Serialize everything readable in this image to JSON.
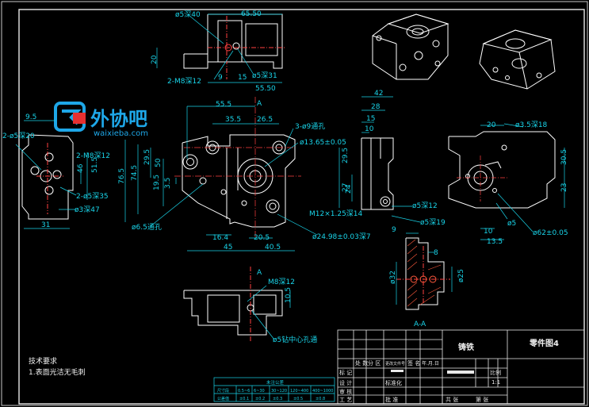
{
  "title_block": {
    "drawing_name": "零件图4",
    "material": "铸铁",
    "row_labels": [
      "设 计",
      "审 核",
      "工 艺"
    ],
    "col_labels": [
      "标 记",
      "处 数",
      "分 区",
      "更改文件号",
      "签 名",
      "年.月.日"
    ],
    "scale_label": "比例",
    "scale_value": "1:1",
    "sheet_label": "共 张",
    "sheet_of": "第 张",
    "standard_label": "标准化",
    "approve_label": "批 准"
  },
  "tech_notes": {
    "heading": "技术要求",
    "item1": "1.表面光洁无毛刺"
  },
  "tolerance_table": {
    "title": "未注公差",
    "headers": [
      "尺寸段",
      "0.5~6",
      "6~30",
      "30~120",
      "120~400",
      "400~1000"
    ],
    "values": [
      "公差值",
      "±0.1",
      "±0.2",
      "±0.3",
      "±0.5",
      "±0.8"
    ]
  },
  "logo": {
    "brand_cn": "外协吧",
    "url": "waixieba.com"
  },
  "views": {
    "top": {
      "d1": "ø5深40",
      "d2": "65.50",
      "d3": "20",
      "d4": "2-M8深12",
      "d5": "9",
      "d6": "15",
      "d7": "ø5深31",
      "d8": "55.50"
    },
    "front": {
      "d_55_5": "55.5",
      "d_35_5": "35.5",
      "d_26_5": "26.5",
      "hole3": "3-ø9通孔",
      "hole_dia": "ø13.65±0.05",
      "v76_5": "76.5",
      "v74_5": "74.5",
      "v29_5": "29.5",
      "v50": "50",
      "v3_5": "3.5",
      "v19_5": "19.5",
      "r29_5": "29.5",
      "r27": "27",
      "hole65": "ø6.5通孔",
      "h16_4": "16.4",
      "h20_5": "20.5",
      "h45": "45",
      "h40_5": "40.5",
      "thread": "M12×1.25深14",
      "bore": "ø24.98±0.03深7",
      "sec_a": "A"
    },
    "left": {
      "d9_5": "9.5",
      "phi5": "2-ø5深20",
      "m8": "2-M8深12",
      "d51_5": "51.5",
      "d46": "46",
      "phi5b": "2-ø5深35",
      "phi3": "ø3深47",
      "d31": "31"
    },
    "side": {
      "d42": "42",
      "d28": "28",
      "d15": "15",
      "d10": "10",
      "d24": "24",
      "phi5": "ø5深12",
      "phi5b": "ø5深19"
    },
    "right": {
      "d20": "20",
      "phi35": "ø3.5深18",
      "d30_5": "30.5",
      "d23": "23",
      "d10": "10",
      "d13_5": "13.5",
      "phi5": "ø5",
      "phi62": "ø62±0.05"
    },
    "section": {
      "d9": "9",
      "d8": "8",
      "phi32": "ø32",
      "phi25": "ø25",
      "label": "A-A"
    },
    "bottom": {
      "m8": "M8深12",
      "d10_5": "10.5",
      "hole": "ø5钻中心孔通"
    }
  },
  "colors": {
    "bg": "#000000",
    "dim": "#19d3e8",
    "line": "#ffffff",
    "center": "#ff4040",
    "hatch": "#ff5a3c"
  }
}
